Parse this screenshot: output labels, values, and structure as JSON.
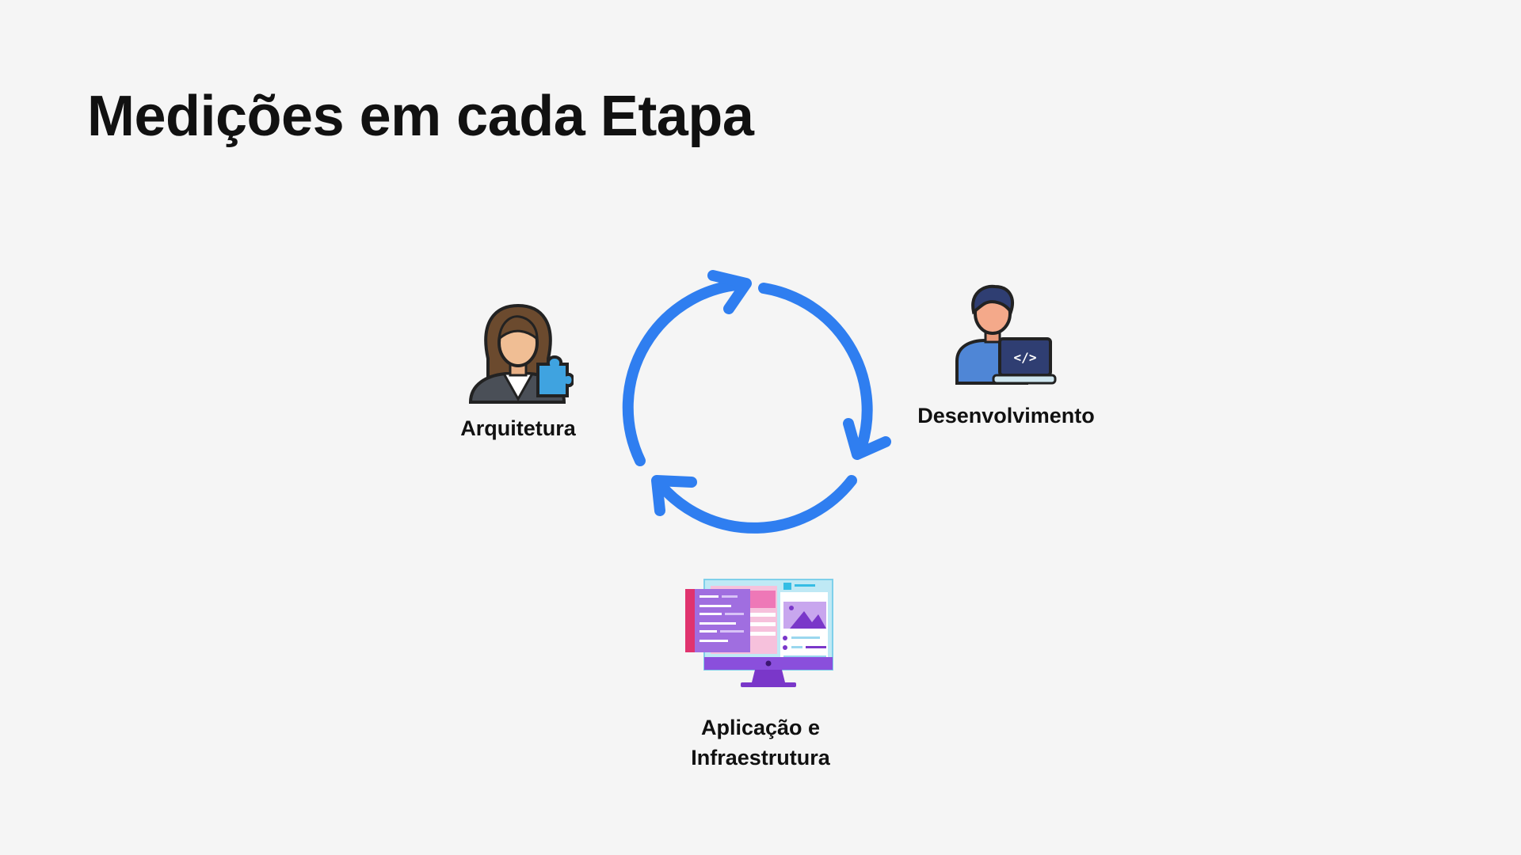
{
  "title": "Medições em cada Etapa",
  "stages": [
    {
      "label": "Arquitetura",
      "icon": "architect-woman-puzzle-icon"
    },
    {
      "label": "Desenvolvimento",
      "icon": "developer-laptop-icon"
    },
    {
      "label": "Aplicação e\nInfraestrutura",
      "icon": "monitor-application-icon"
    }
  ],
  "colors": {
    "cycle_arrows": "#2f7ef0",
    "background": "#f5f5f5",
    "text": "#111111"
  }
}
